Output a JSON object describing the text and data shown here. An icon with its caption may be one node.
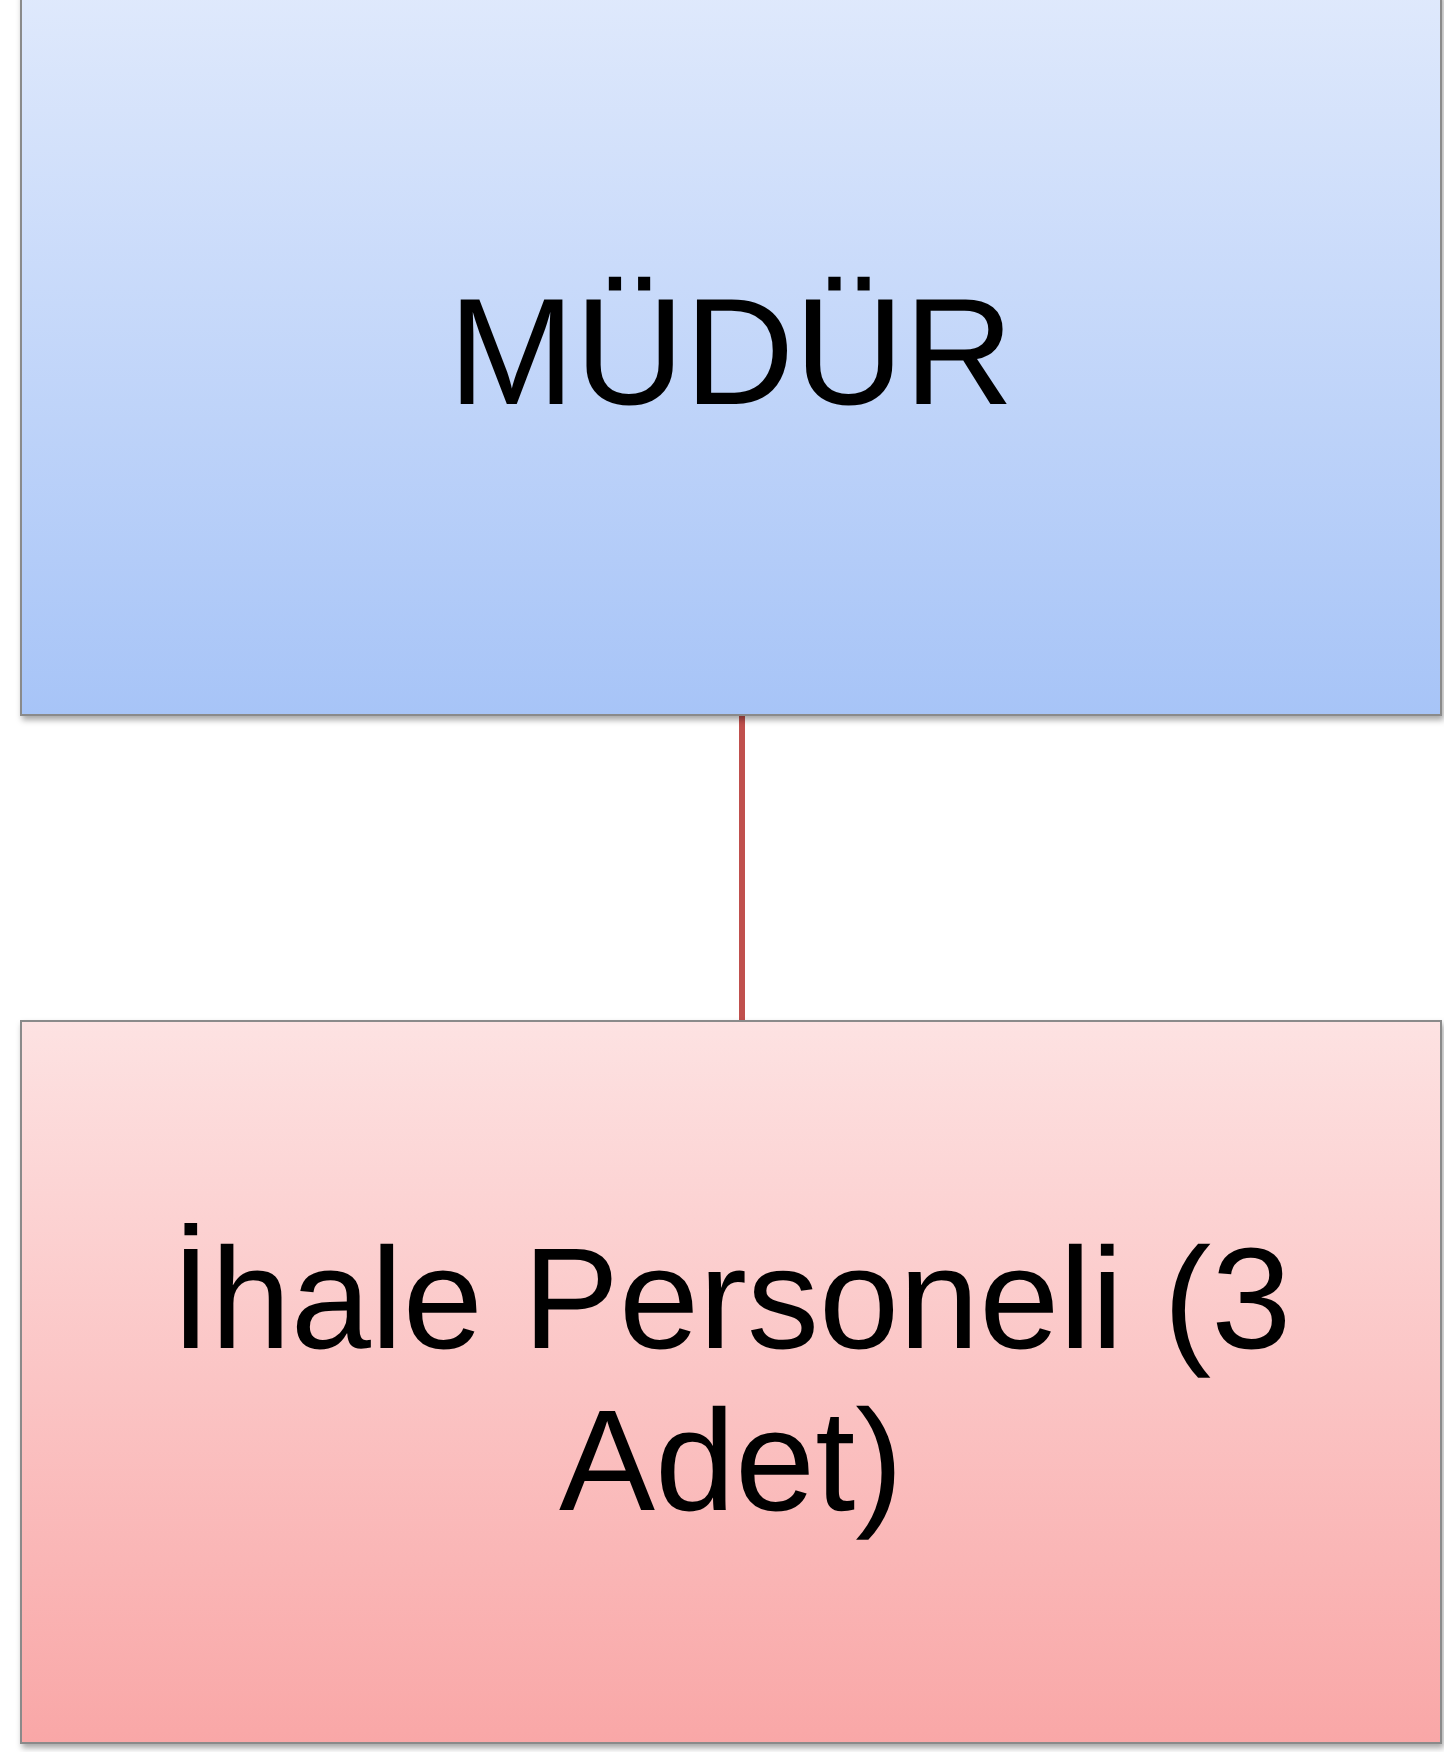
{
  "diagram": {
    "nodes": [
      {
        "text": [
          "MÜDÜR"
        ]
      },
      {
        "text": [
          "İhale Personeli (3 Adet)"
        ]
      }
    ],
    "edges": [
      {
        "from": 0,
        "to": 1,
        "arrow": "none"
      }
    ]
  }
}
